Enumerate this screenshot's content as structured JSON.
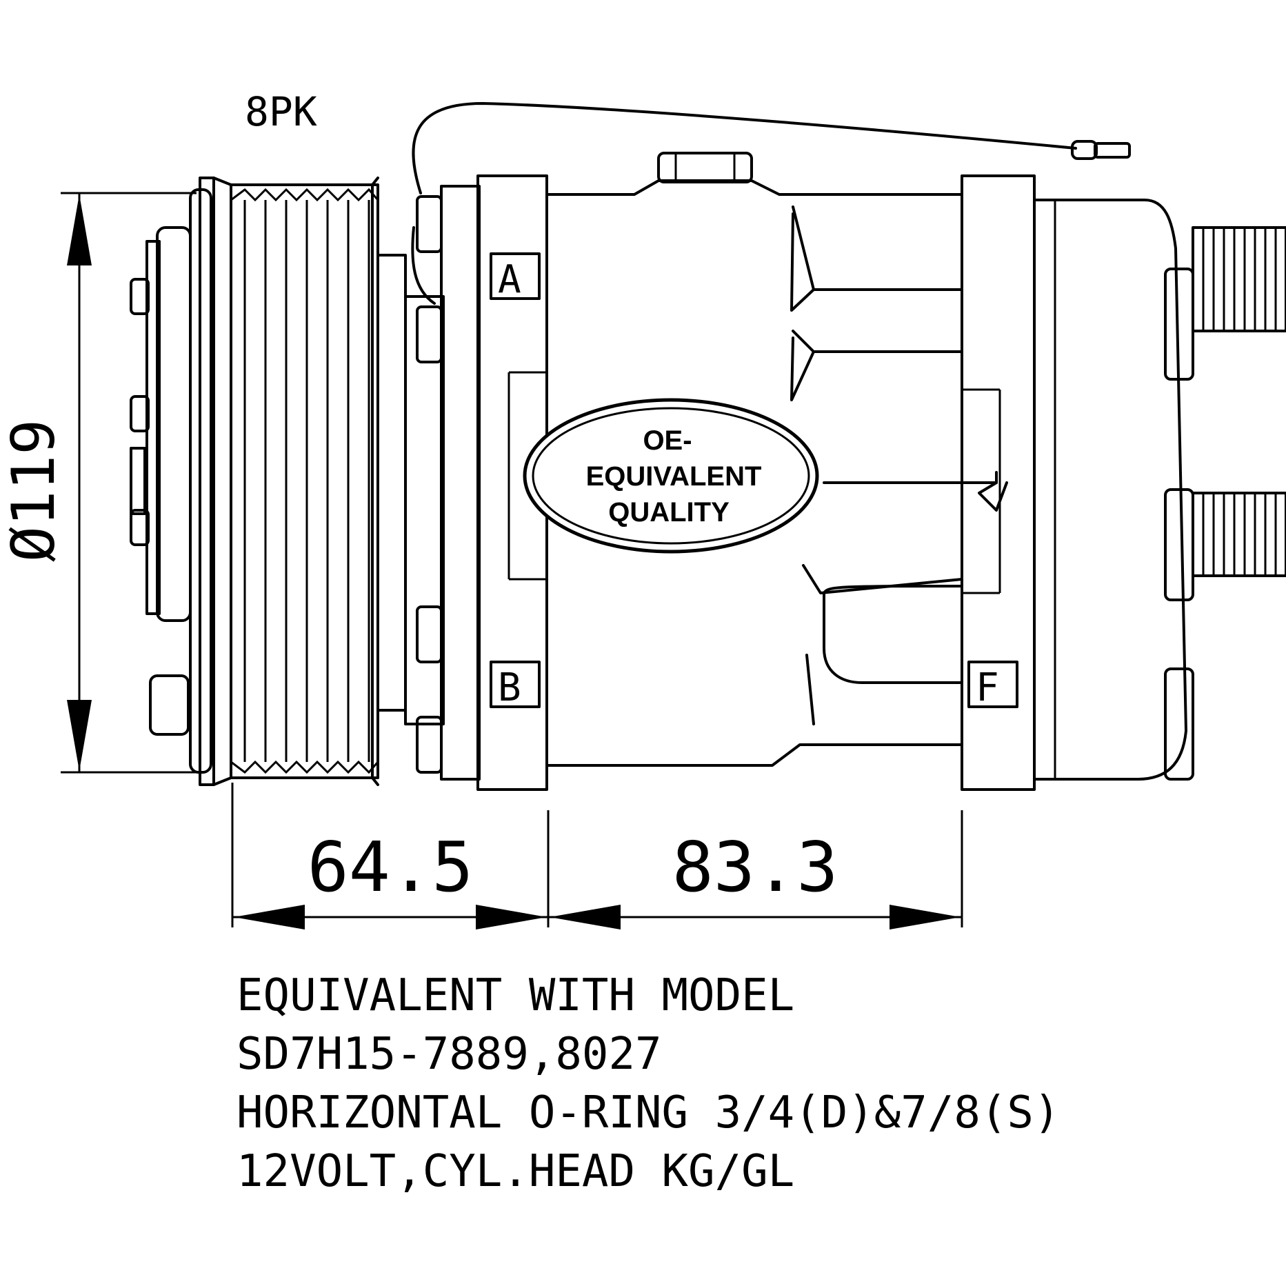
{
  "diagram": {
    "belt_label": "8PK",
    "diameter_label": "Ø119",
    "port_labels": [
      "A",
      "B",
      "F"
    ],
    "badge_lines": [
      "OE-",
      "EQUIVALENT",
      "QUALITY"
    ],
    "dimension_left": "64.5",
    "dimension_right": "83.3",
    "spec_lines": [
      "EQUIVALENT WITH MODEL",
      "SD7H15-7889,8027",
      "HORIZONTAL O-RING 3/4(D)&7/8(S)",
      "12VOLT,CYL.HEAD KG/GL"
    ],
    "colors": {
      "line": "#000000",
      "background": "#ffffff"
    }
  }
}
